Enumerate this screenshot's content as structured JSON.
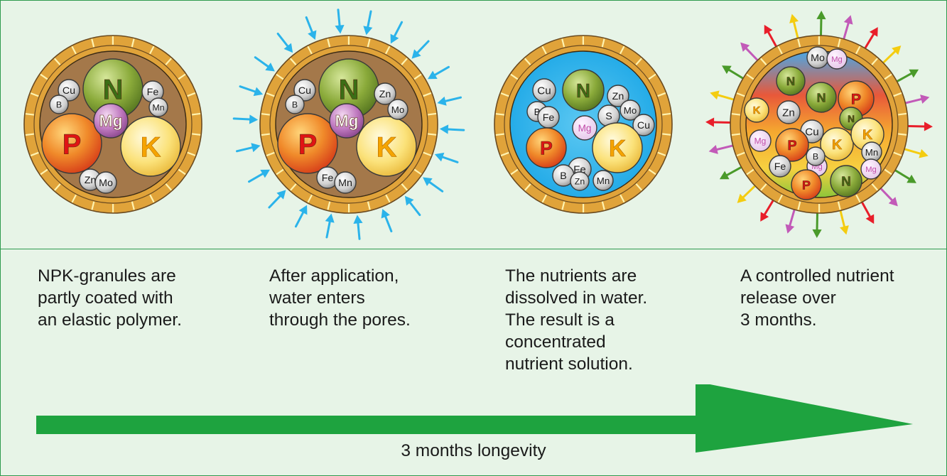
{
  "colors": {
    "background": "#e7f4e7",
    "border": "#2e9a4e",
    "arrow": "#1ea33f",
    "water": "#2bb3ea",
    "coating": "#e0a33a",
    "inner_fill": "#a4784a"
  },
  "stages": [
    {
      "caption": "NPK-granules are\npartly coated with\nan elastic polymer.",
      "labels": [
        "N",
        "P",
        "K",
        "Mg",
        "Cu",
        "B",
        "Fe",
        "Mn",
        "Zn",
        "Mo"
      ]
    },
    {
      "caption": "After application,\nwater enters\nthrough the pores.",
      "labels": [
        "N",
        "P",
        "K",
        "Mg",
        "Cu",
        "B",
        "Zn",
        "Mo",
        "Fe",
        "Mn"
      ]
    },
    {
      "caption": "The nutrients are\ndissolved in water.\nThe result is a\nconcentrated\nnutrient solution.",
      "labels": [
        "Cu",
        "N",
        "Zn",
        "Mo",
        "B",
        "Fe",
        "S",
        "Cu",
        "Mg",
        "P",
        "K",
        "Fe",
        "B",
        "Zn",
        "Mn"
      ]
    },
    {
      "caption": "A controlled nutrient\nrelease over\n3 months.",
      "labels": [
        "Mo",
        "Mg",
        "N",
        "N",
        "P",
        "K",
        "Zn",
        "N",
        "Cu",
        "Mg",
        "P",
        "Mg",
        "K",
        "K",
        "B",
        "Mn",
        "Fe",
        "P",
        "N",
        "Mg"
      ]
    }
  ],
  "timeline": {
    "label": "3 months longevity"
  }
}
